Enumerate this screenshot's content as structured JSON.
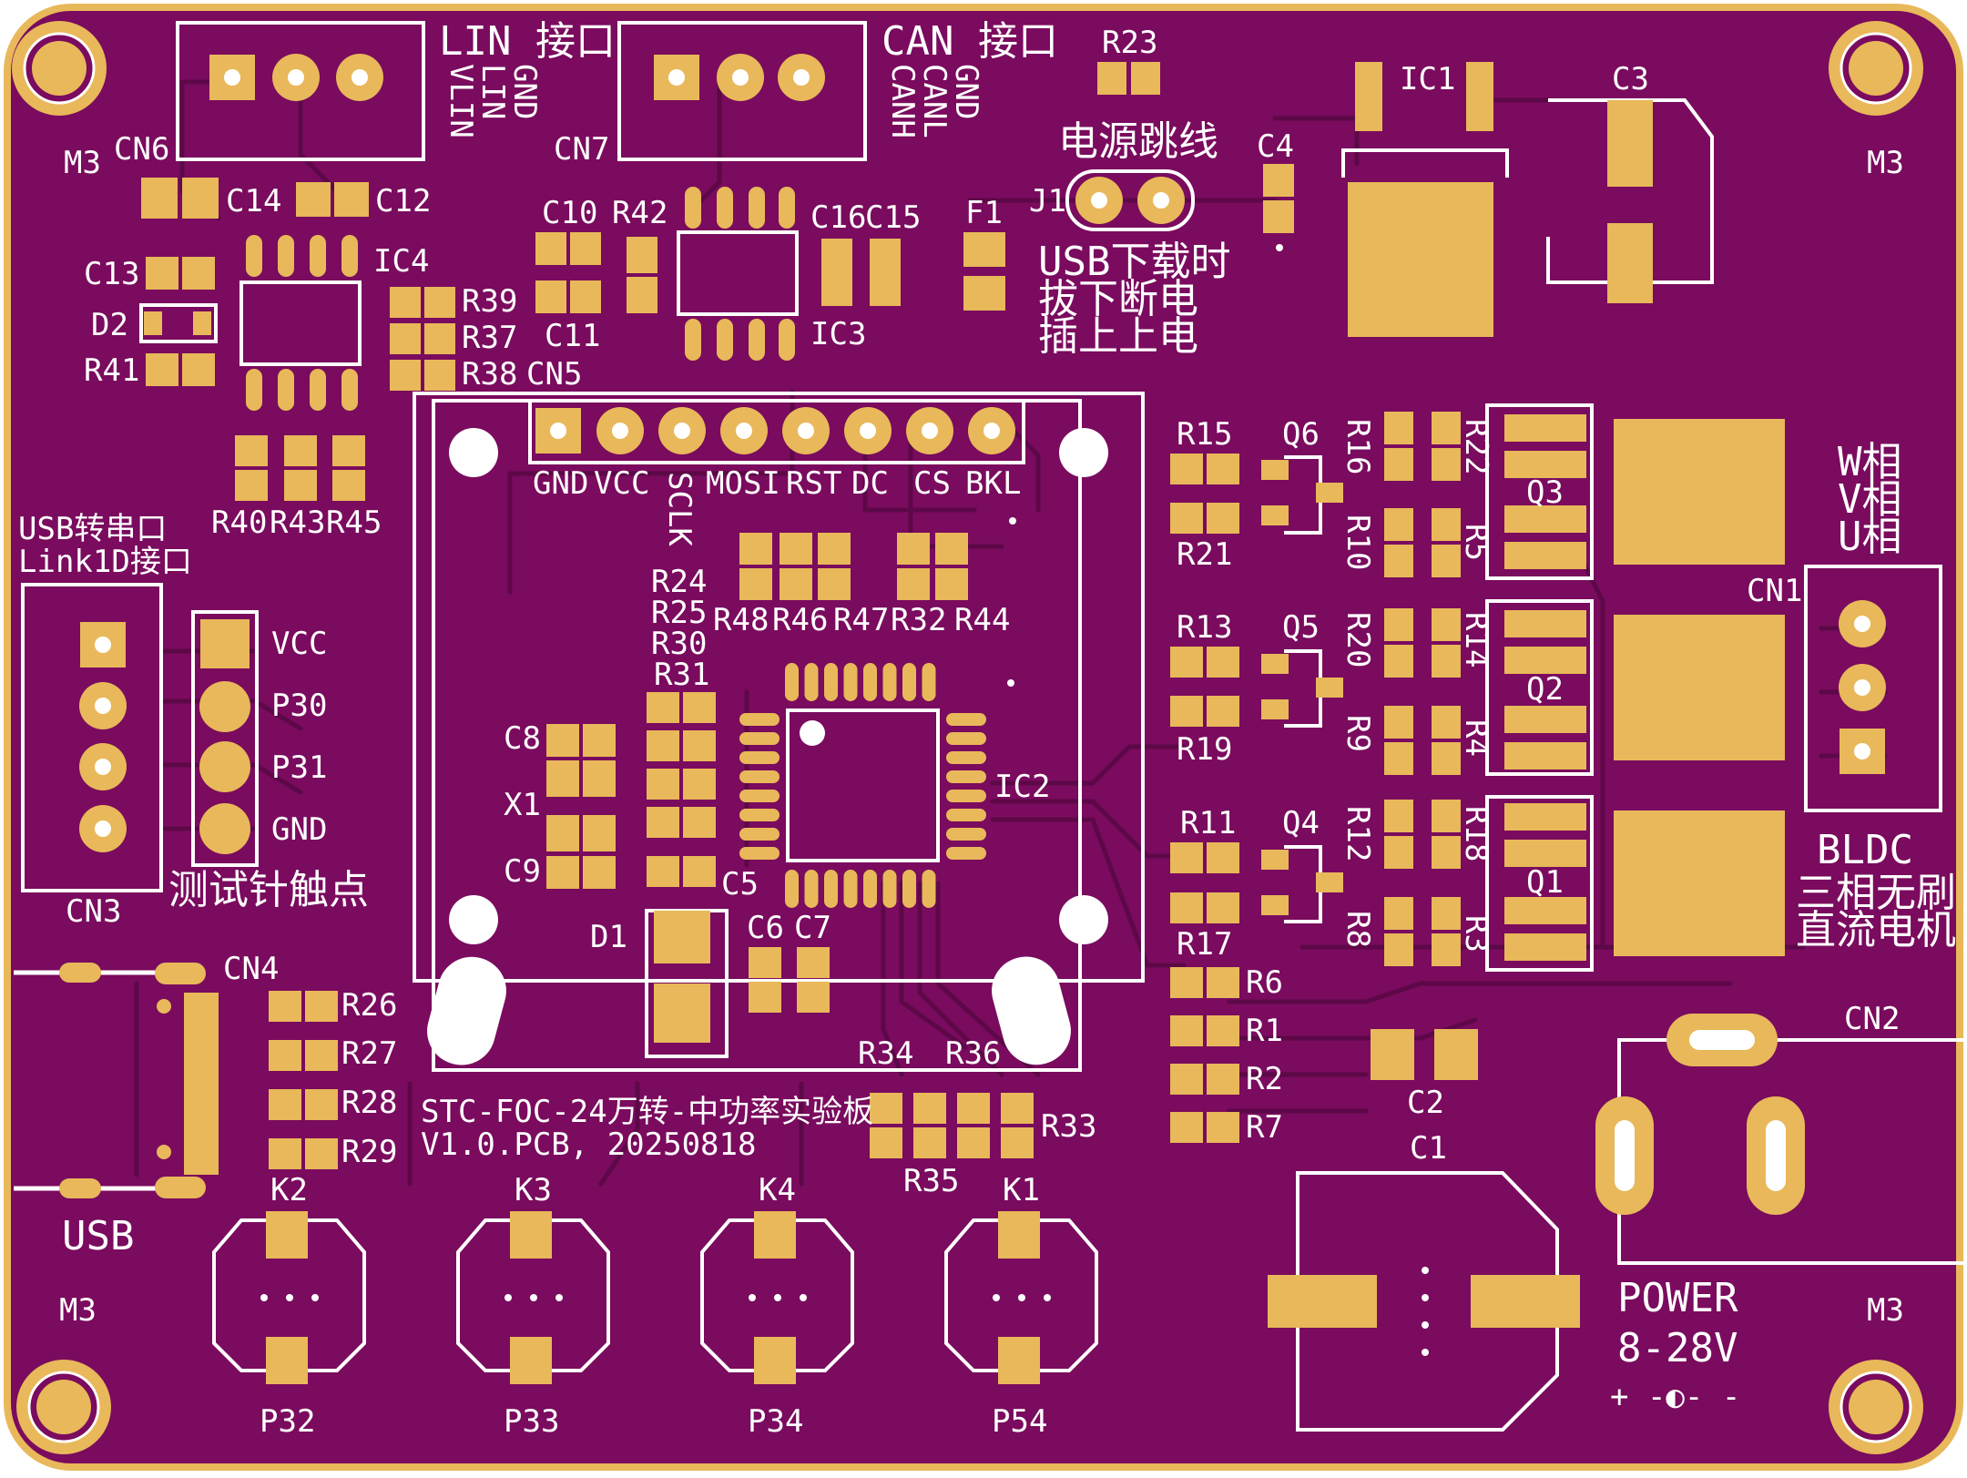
{
  "colors": {
    "board": "#7a0b5e",
    "board_edge": "#e8b85a",
    "copper": "#e8b85a",
    "silk": "#ffffff",
    "trace": "#5d0848"
  },
  "board": {
    "title_line1": "STC-FOC-24万转-中功率实验板",
    "title_line2": "V1.0.PCB, 20250818"
  },
  "mounts": {
    "m3_tl": "M3",
    "m3_tr": "M3",
    "m3_bl": "M3",
    "m3_br": "M3"
  },
  "connectors": {
    "cn6": "CN6",
    "cn6_title": "LIN 接口",
    "cn6_pins": [
      "VLIN",
      "LIN",
      "GND"
    ],
    "cn7": "CN7",
    "cn7_title": "CAN 接口",
    "cn7_pins": [
      "CANH",
      "CANL",
      "GND"
    ],
    "cn5": "CN5",
    "cn5_pins": [
      "GND",
      "VCC",
      "SCLK",
      "MOSI",
      "RST",
      "DC",
      "CS",
      "BKL"
    ],
    "cn3": "CN3",
    "cn3_title1": "USB转串口",
    "cn3_title2": "Link1D接口",
    "testpoint_pins": [
      "VCC",
      "P30",
      "P31",
      "GND"
    ],
    "testpoint_caption": "测试针触点",
    "cn4": "CN4",
    "usb": "USB",
    "cn1": "CN1",
    "phases": [
      "W相",
      "V相",
      "U相"
    ],
    "bldc": "BLDC",
    "bldc_line1": "三相无刷",
    "bldc_line2": "直流电机",
    "cn2": "CN2",
    "power_line1": "POWER",
    "power_line2": "8-28V",
    "polarity": "+ -◐- -"
  },
  "jumper": {
    "j1": "J1",
    "title": "电源跳线",
    "note1": "USB下载时",
    "note2": "拔下断电",
    "note3": "插上上电"
  },
  "ics": {
    "ic1": "IC1",
    "ic2": "IC2",
    "ic3": "IC3",
    "ic4": "IC4"
  },
  "caps": {
    "c1": "C1",
    "c2": "C2",
    "c3": "C3",
    "c4": "C4",
    "c5": "C5",
    "c6": "C6",
    "c7": "C7",
    "c8": "C8",
    "c9": "C9",
    "c10": "C10",
    "c11": "C11",
    "c12": "C12",
    "c13": "C13",
    "c14": "C14",
    "c15": "C15",
    "c16": "C16"
  },
  "misc": {
    "d1": "D1",
    "d2": "D2",
    "x1": "X1",
    "f1": "F1",
    "q1": "Q1",
    "q2": "Q2",
    "q3": "Q3",
    "q4": "Q4",
    "q5": "Q5",
    "q6": "Q6"
  },
  "resistors": {
    "r1": "R1",
    "r2": "R2",
    "r3": "R3",
    "r4": "R4",
    "r5": "R5",
    "r6": "R6",
    "r7": "R7",
    "r8": "R8",
    "r9": "R9",
    "r10": "R10",
    "r11": "R11",
    "r12": "R12",
    "r13": "R13",
    "r14": "R14",
    "r15": "R15",
    "r16": "R16",
    "r17": "R17",
    "r18": "R18",
    "r19": "R19",
    "r20": "R20",
    "r21": "R21",
    "r22": "R22",
    "r23": "R23",
    "r24": "R24",
    "r25": "R25",
    "r26": "R26",
    "r27": "R27",
    "r28": "R28",
    "r29": "R29",
    "r30": "R30",
    "r31": "R31",
    "r32": "R32",
    "r33": "R33",
    "r34": "R34",
    "r35": "R35",
    "r36": "R36",
    "r37": "R37",
    "r38": "R38",
    "r39": "R39",
    "r40": "R40",
    "r41": "R41",
    "r42": "R42",
    "r43": "R43",
    "r44": "R44",
    "r45": "R45",
    "r46": "R46",
    "r47": "R47",
    "r48": "R48"
  },
  "keys": {
    "k1": "K1",
    "k2": "K2",
    "k3": "K3",
    "k4": "K4",
    "p32": "P32",
    "p33": "P33",
    "p34": "P34",
    "p54": "P54"
  }
}
